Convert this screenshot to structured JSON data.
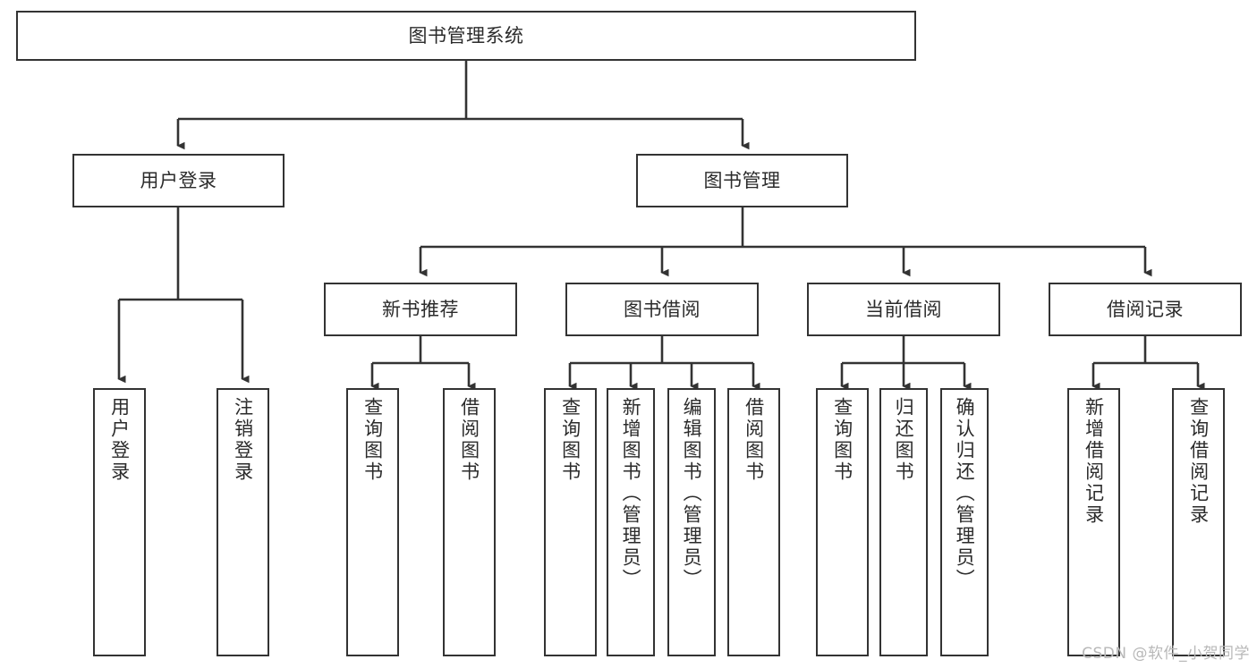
{
  "diagram": {
    "title": "图书管理系统",
    "type": "tree-hierarchy-chart",
    "background_color": "#ffffff",
    "stroke_color": "#333333",
    "text_color": "#2b2b2b"
  },
  "root": {
    "label": "图书管理系统"
  },
  "level1": [
    {
      "label": "用户登录"
    },
    {
      "label": "图书管理"
    }
  ],
  "level2": [
    {
      "label": "新书推荐"
    },
    {
      "label": "图书借阅"
    },
    {
      "label": "当前借阅"
    },
    {
      "label": "借阅记录"
    }
  ],
  "leaves": {
    "user_login": [
      {
        "label": "用户登录"
      },
      {
        "label": "注销登录"
      }
    ],
    "new_book_recommend": [
      {
        "label": "查询图书"
      },
      {
        "label": "借阅图书"
      }
    ],
    "book_borrow": [
      {
        "label": "查询图书"
      },
      {
        "label": "新增图书（管理员）"
      },
      {
        "label": "编辑图书（管理员）"
      },
      {
        "label": "借阅图书"
      }
    ],
    "current_borrow": [
      {
        "label": "查询图书"
      },
      {
        "label": "归还图书"
      },
      {
        "label": "确认归还（管理员）"
      }
    ],
    "borrow_record": [
      {
        "label": "新增借阅记录"
      },
      {
        "label": "查询借阅记录"
      }
    ]
  },
  "watermark": {
    "text": "CSDN @软件_小贺同学"
  }
}
